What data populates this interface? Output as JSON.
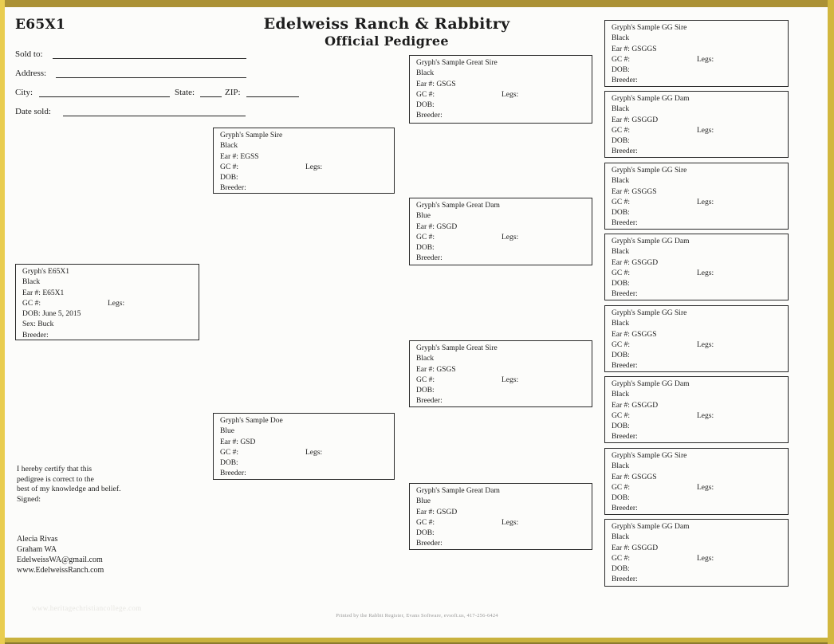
{
  "header": {
    "id_code": "E65X1",
    "title_line1": "Edelweiss Ranch & Rabbitry",
    "title_line2": "Official Pedigree"
  },
  "sale_form": {
    "sold_to_label": "Sold to:",
    "address_label": "Address:",
    "city_label": "City:",
    "state_label": "State:",
    "zip_label": "ZIP:",
    "date_sold_label": "Date sold:"
  },
  "box_labels": {
    "gc": "GC #:",
    "legs": "Legs:",
    "dob": "DOB:",
    "breeder": "Breeder:"
  },
  "pedigree": {
    "subject": {
      "name": "Gryph's E65X1",
      "color": "Black",
      "ear": "Ear #: E65X1",
      "dob": "DOB: June 5, 2015",
      "sex": "Sex: Buck"
    },
    "sire": {
      "name": "Gryph's Sample Sire",
      "color": "Black",
      "ear": "Ear #: EGSS"
    },
    "doe": {
      "name": "Gryph's Sample Doe",
      "color": "Blue",
      "ear": "Ear #: GSD"
    },
    "great_sire_1": {
      "name": "Gryph's Sample Great Sire",
      "color": "Black",
      "ear": "Ear #: GSGS"
    },
    "great_dam_1": {
      "name": "Gryph's Sample Great Dam",
      "color": "Blue",
      "ear": "Ear #: GSGD"
    },
    "great_sire_2": {
      "name": "Gryph's Sample Great Sire",
      "color": "Black",
      "ear": "Ear #: GSGS"
    },
    "great_dam_2": {
      "name": "Gryph's Sample Great Dam",
      "color": "Blue",
      "ear": "Ear #: GSGD"
    },
    "gg_sire_1": {
      "name": "Gryph's Sample GG Sire",
      "color": "Black",
      "ear": "Ear #: GSGGS"
    },
    "gg_dam_1": {
      "name": "Gryph's Sample GG Dam",
      "color": "Black",
      "ear": "Ear #: GSGGD"
    },
    "gg_sire_2": {
      "name": "Gryph's Sample GG Sire",
      "color": "Black",
      "ear": "Ear #: GSGGS"
    },
    "gg_dam_2": {
      "name": "Gryph's Sample GG Dam",
      "color": "Black",
      "ear": "Ear #: GSGGD"
    },
    "gg_sire_3": {
      "name": "Gryph's Sample GG Sire",
      "color": "Black",
      "ear": "Ear #: GSGGS"
    },
    "gg_dam_3": {
      "name": "Gryph's Sample GG Dam",
      "color": "Black",
      "ear": "Ear #: GSGGD"
    },
    "gg_sire_4": {
      "name": "Gryph's Sample GG Sire",
      "color": "Black",
      "ear": "Ear #: GSGGS"
    },
    "gg_dam_4": {
      "name": "Gryph's Sample GG Dam",
      "color": "Black",
      "ear": "Ear #: GSGGD"
    }
  },
  "certification": {
    "line1": "I hereby certify that this",
    "line2": "pedigree is correct to the",
    "line3": "best of my knowledge and belief.",
    "line4": "Signed:"
  },
  "breeder_contact": {
    "name": "Alecia Rivas",
    "location": "Graham WA",
    "email": "EdelweissWA@gmail.com",
    "website": "www.EdelweissRanch.com"
  },
  "watermark": "www.heritagechristiancollege.com",
  "print_footer": "Printed by the Rabbit Register, Evans Software, evsoft.us, 417-256-6424",
  "colors": {
    "frame_gold_top": "#ab9135",
    "frame_gold_left": "#e9cd50",
    "frame_gold_right": "#d2b73e",
    "frame_gold_bottom": "#c9b23e",
    "box_border": "#2a2a2a",
    "page_background": "#fcfcfa"
  }
}
